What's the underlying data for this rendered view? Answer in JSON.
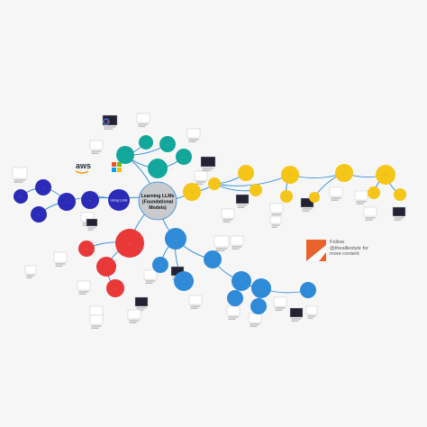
{
  "colors": {
    "background": "#f6f6f6",
    "edge": "#2f8ad8",
    "root_fill": "#c8cacd",
    "teal": "#13a69a",
    "navy": "#2b2bb8",
    "blue": "#2f8ad8",
    "red": "#e83838",
    "yellow": "#f5c518",
    "logo_orange": "#e8632b"
  },
  "root": {
    "lines": [
      "Learning LLMs",
      "(Foundational",
      "Models)"
    ]
  },
  "nodes": [
    {
      "id": "teal_hub",
      "color": "teal",
      "lines": [
        "..."
      ]
    },
    {
      "id": "teal_a",
      "color": "teal",
      "lines": [
        "..."
      ]
    },
    {
      "id": "teal_b",
      "color": "teal",
      "lines": [
        "..."
      ]
    },
    {
      "id": "teal_c",
      "color": "teal",
      "lines": [
        "..."
      ]
    },
    {
      "id": "teal_d",
      "color": "teal",
      "lines": [
        "..."
      ]
    },
    {
      "id": "navy_hub",
      "color": "navy",
      "lines": [
        "Using LLMs"
      ]
    },
    {
      "id": "navy_a",
      "color": "navy",
      "lines": [
        "..."
      ]
    },
    {
      "id": "navy_b",
      "color": "navy",
      "lines": [
        "..."
      ]
    },
    {
      "id": "navy_c",
      "color": "navy",
      "lines": [
        "..."
      ]
    },
    {
      "id": "navy_d",
      "color": "navy",
      "lines": [
        "..."
      ]
    },
    {
      "id": "navy_e",
      "color": "navy",
      "lines": [
        "..."
      ]
    },
    {
      "id": "red_hub",
      "color": "red",
      "lines": [
        "..."
      ]
    },
    {
      "id": "red_a",
      "color": "red",
      "lines": [
        "..."
      ]
    },
    {
      "id": "red_b",
      "color": "red",
      "lines": [
        "..."
      ]
    },
    {
      "id": "red_c",
      "color": "red",
      "lines": [
        "..."
      ]
    },
    {
      "id": "blue_hub",
      "color": "blue",
      "lines": [
        "..."
      ]
    },
    {
      "id": "blue_a",
      "color": "blue",
      "lines": [
        "..."
      ]
    },
    {
      "id": "blue_b",
      "color": "blue",
      "lines": [
        "..."
      ]
    },
    {
      "id": "blue_c",
      "color": "blue",
      "lines": [
        "..."
      ]
    },
    {
      "id": "blue_d",
      "color": "blue",
      "lines": [
        "..."
      ]
    },
    {
      "id": "blue_e",
      "color": "blue",
      "lines": [
        "..."
      ]
    },
    {
      "id": "blue_f",
      "color": "blue",
      "lines": [
        "..."
      ]
    },
    {
      "id": "blue_g",
      "color": "blue",
      "lines": [
        "..."
      ]
    },
    {
      "id": "blue_h",
      "color": "blue",
      "lines": [
        "..."
      ]
    },
    {
      "id": "yellow_hub",
      "color": "yellow",
      "lines": [
        "..."
      ]
    },
    {
      "id": "yellow_a",
      "color": "yellow",
      "lines": [
        "..."
      ]
    },
    {
      "id": "yellow_b",
      "color": "yellow",
      "lines": [
        "..."
      ]
    },
    {
      "id": "yellow_c",
      "color": "yellow",
      "lines": [
        "..."
      ]
    },
    {
      "id": "yellow_d",
      "color": "yellow",
      "lines": [
        "..."
      ]
    },
    {
      "id": "yellow_e",
      "color": "yellow",
      "lines": [
        "..."
      ]
    },
    {
      "id": "yellow_f",
      "color": "yellow",
      "lines": [
        "..."
      ]
    },
    {
      "id": "yellow_g",
      "color": "yellow",
      "lines": [
        "..."
      ]
    },
    {
      "id": "yellow_h",
      "color": "yellow",
      "lines": [
        "..."
      ]
    },
    {
      "id": "yellow_i",
      "color": "yellow",
      "lines": [
        "..."
      ]
    },
    {
      "id": "yellow_j",
      "color": "yellow",
      "lines": [
        "..."
      ]
    }
  ],
  "edges": [
    [
      "root",
      "teal_hub"
    ],
    [
      "teal_hub",
      "teal_a"
    ],
    [
      "teal_hub",
      "teal_b"
    ],
    [
      "teal_hub",
      "teal_c"
    ],
    [
      "teal_c",
      "teal_d"
    ],
    [
      "root",
      "navy_hub"
    ],
    [
      "navy_hub",
      "navy_a"
    ],
    [
      "navy_a",
      "navy_b"
    ],
    [
      "navy_a",
      "navy_c"
    ],
    [
      "navy_b",
      "navy_d"
    ],
    [
      "navy_hub",
      "navy_e"
    ],
    [
      "root",
      "red_hub"
    ],
    [
      "red_hub",
      "red_a"
    ],
    [
      "red_hub",
      "red_b"
    ],
    [
      "red_b",
      "red_c"
    ],
    [
      "root",
      "blue_hub"
    ],
    [
      "blue_hub",
      "blue_a"
    ],
    [
      "blue_hub",
      "blue_b"
    ],
    [
      "blue_hub",
      "blue_c"
    ],
    [
      "blue_c",
      "blue_d"
    ],
    [
      "blue_d",
      "blue_e"
    ],
    [
      "blue_d",
      "blue_f"
    ],
    [
      "blue_f",
      "blue_g"
    ],
    [
      "blue_f",
      "blue_h"
    ],
    [
      "root",
      "yellow_hub"
    ],
    [
      "yellow_hub",
      "yellow_a"
    ],
    [
      "yellow_a",
      "yellow_b"
    ],
    [
      "yellow_a",
      "yellow_c"
    ],
    [
      "yellow_a",
      "yellow_d"
    ],
    [
      "yellow_d",
      "yellow_e"
    ],
    [
      "yellow_d",
      "yellow_f"
    ],
    [
      "yellow_f",
      "yellow_g"
    ],
    [
      "yellow_f",
      "yellow_h"
    ],
    [
      "yellow_h",
      "yellow_i"
    ],
    [
      "yellow_h",
      "yellow_j"
    ]
  ],
  "logos": {
    "aws": "aws",
    "microsoft": "microsoft-logo",
    "google": "google-logo"
  },
  "footer": {
    "follow_line1": "Follow",
    "follow_line2": "@thealilestyle for",
    "follow_line3": "more content"
  }
}
